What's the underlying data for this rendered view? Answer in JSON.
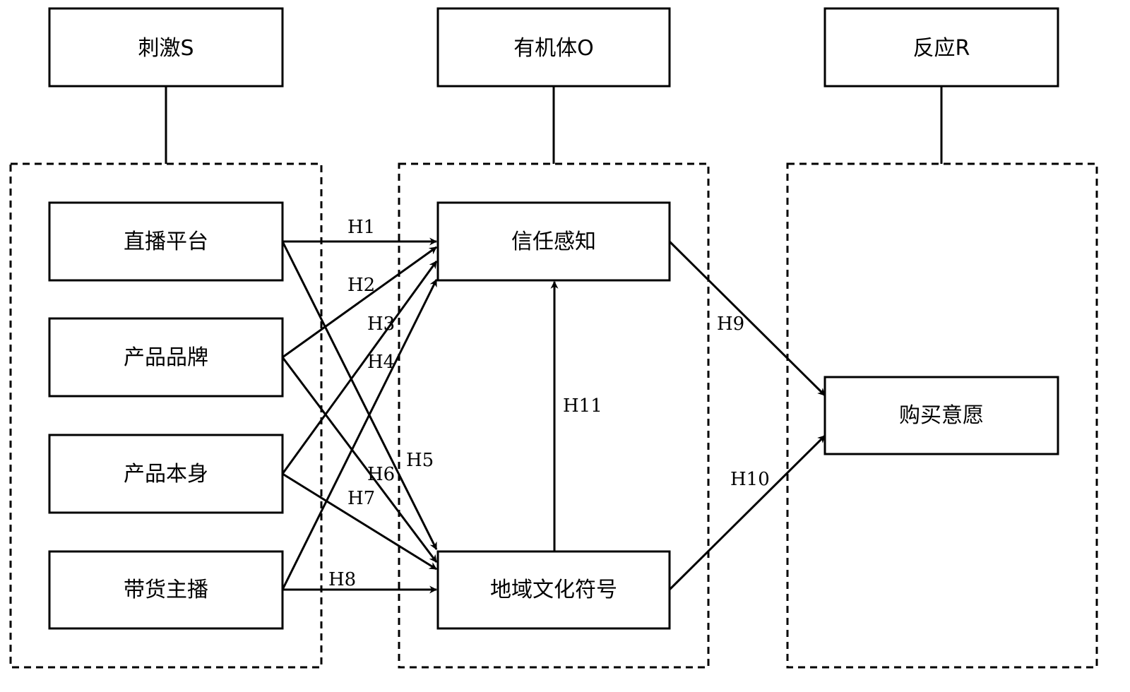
{
  "title": "S-O-R model of live-stream purchase intention",
  "colors": {
    "stroke": "#000000",
    "background": "#ffffff"
  },
  "stages": [
    {
      "id": "S",
      "label": "刺激S"
    },
    {
      "id": "O",
      "label": "有机体O"
    },
    {
      "id": "R",
      "label": "反应R"
    }
  ],
  "nodes": {
    "platform": "直播平台",
    "brand": "产品品牌",
    "product": "产品本身",
    "anchor": "带货主播",
    "trust": "信任感知",
    "culture": "地域文化符号",
    "intent": "购买意愿"
  },
  "edges": [
    {
      "label": "H1",
      "from": "直播平台",
      "to": "信任感知"
    },
    {
      "label": "H2",
      "from": "产品品牌",
      "to": "信任感知"
    },
    {
      "label": "H3",
      "from": "产品本身",
      "to": "信任感知"
    },
    {
      "label": "H4",
      "from": "带货主播",
      "to": "信任感知"
    },
    {
      "label": "H5",
      "from": "直播平台",
      "to": "地域文化符号"
    },
    {
      "label": "H6",
      "from": "产品品牌",
      "to": "地域文化符号"
    },
    {
      "label": "H7",
      "from": "产品本身",
      "to": "地域文化符号"
    },
    {
      "label": "H8",
      "from": "带货主播",
      "to": "地域文化符号"
    },
    {
      "label": "H9",
      "from": "信任感知",
      "to": "购买意愿"
    },
    {
      "label": "H10",
      "from": "地域文化符号",
      "to": "购买意愿"
    },
    {
      "label": "H11",
      "from": "地域文化符号",
      "to": "信任感知"
    }
  ]
}
